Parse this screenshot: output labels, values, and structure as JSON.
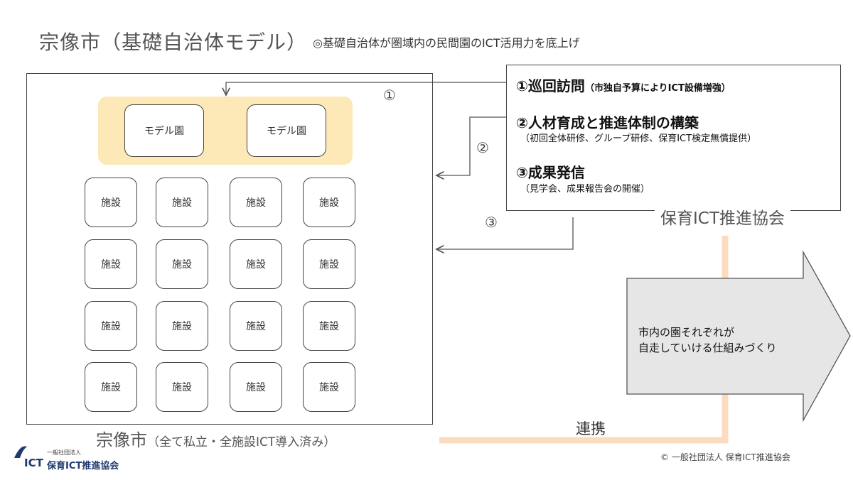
{
  "title": "宗像市（基礎自治体モデル）",
  "subtitle": "◎基礎自治体が圏域内の民間園のICT活用力を底上げ",
  "model_label": "モデル園",
  "facility_label": "施設",
  "city_label_main": "宗像市",
  "city_label_sub": "（全て私立・全施設ICT導入済み）",
  "items": [
    {
      "heading": "①巡回訪問",
      "note": "（市独自予算によりICT設備増強）"
    },
    {
      "heading": "②人材育成と推進体制の構築",
      "detail": "（初回全体研修、グループ研修、保育ICT検定無償提供）"
    },
    {
      "heading": "③成果発信",
      "detail": "（見学会、成果報告会の開催）"
    }
  ],
  "association_name": "保育ICT推進協会",
  "arrow_numbers": [
    "①",
    "②",
    "③"
  ],
  "collaboration_label": "連携",
  "big_arrow_text_line1": "市内の園それぞれが",
  "big_arrow_text_line2": "自走していける仕組みづくり",
  "copyright": "© 一般社団法人 保育ICT推進協会",
  "logo": {
    "mark": "ICT",
    "org_type": "一般社団法人",
    "name": "保育ICT推進協会"
  },
  "colors": {
    "model_band": "#fde9b8",
    "connector": "#fbdcc0",
    "big_arrow": "#e6e6e6"
  }
}
